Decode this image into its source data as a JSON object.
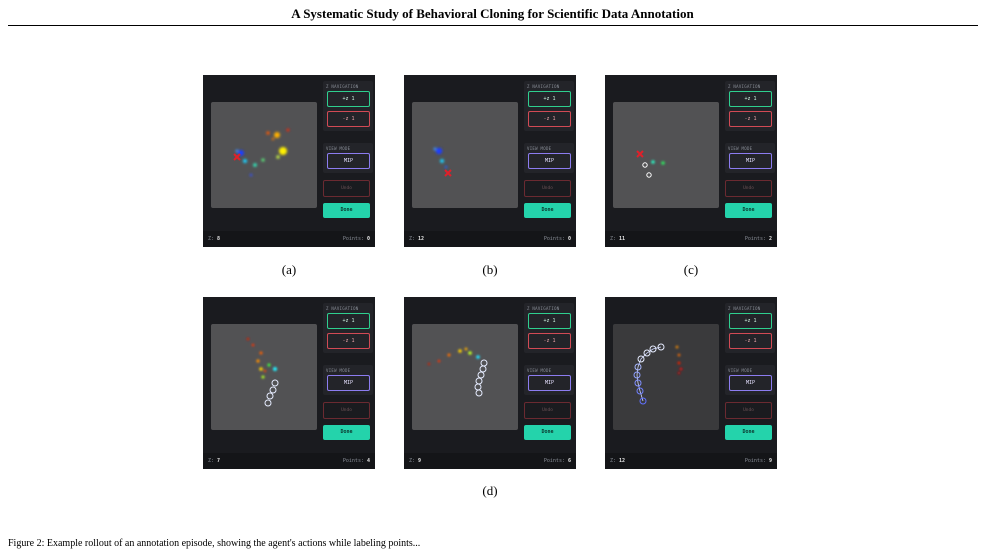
{
  "paper": {
    "running_title": "A Systematic Study of Behavioral Cloning for Scientific Data Annotation",
    "body_fragment": "Figure 2: Example rollout of an annotation episode, showing the agent's actions while labeling points..."
  },
  "ui_labels": {
    "z_navigation": "Z NAVIGATION",
    "up": "+z 1",
    "down": "-z 1",
    "view_mode": "VIEW MODE",
    "mip": "MIP",
    "undo": "Undo",
    "done": "Done",
    "z_prefix": "Z:",
    "points_prefix": "Points:"
  },
  "panels": [
    {
      "caption": "(a)",
      "z": "8",
      "points": "0"
    },
    {
      "caption": "(b)",
      "z": "12",
      "points": "0"
    },
    {
      "caption": "(c)",
      "z": "11",
      "points": "2"
    },
    {
      "caption": "",
      "z": "7",
      "points": "4"
    },
    {
      "caption": "",
      "z": "9",
      "points": "6"
    },
    {
      "caption": "",
      "z": "12",
      "points": "9"
    }
  ],
  "row2_caption": "(d)",
  "colors": {
    "panel_bg": "#1a1b1f",
    "viewer_bg": "#525254",
    "up_border": "#2ecf8f",
    "down_border": "#d24a55",
    "mip_border": "#8c7cf0",
    "done_bg": "#24d3ab",
    "click_marker": "#e0202a"
  }
}
